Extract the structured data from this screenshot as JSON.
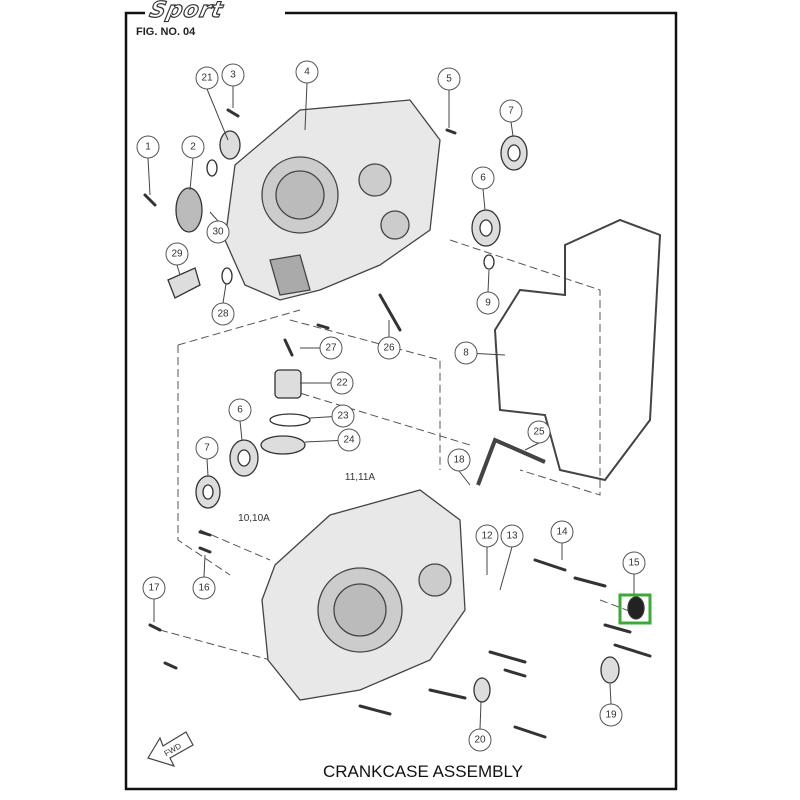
{
  "header": {
    "logo_text": "Sport",
    "figure_label": "FIG. NO. 04"
  },
  "footer": {
    "title": "CRANKCASE ASSEMBLY",
    "fwd_label": "FWD"
  },
  "highlight_color": "#3aa935",
  "group_labels": [
    "11,11A",
    "10,10A"
  ],
  "callouts": [
    "21",
    "3",
    "4",
    "5",
    "7",
    "1",
    "2",
    "6",
    "29",
    "30",
    "28",
    "9",
    "8",
    "27",
    "26",
    "22",
    "23",
    "24",
    "6",
    "7",
    "25",
    "18",
    "12",
    "13",
    "14",
    "15",
    "16",
    "17",
    "19",
    "20"
  ],
  "highlighted_callout": "15"
}
